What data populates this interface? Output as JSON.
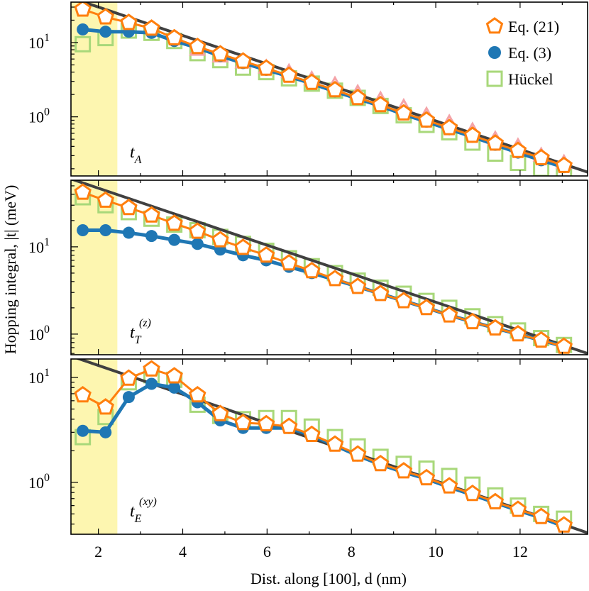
{
  "figure": {
    "ylabel": "Hopping integral, |t| (meV)",
    "xlabel": "Dist. along [100], d (nm)",
    "xticks": [
      "2",
      "4",
      "6",
      "8",
      "10",
      "12"
    ],
    "legend": [
      {
        "label": "Eq. (21)",
        "marker": "pentagon-open",
        "color": "#ff7f0e"
      },
      {
        "label": "Eq. (3)",
        "marker": "circle-filled",
        "color": "#1f77b4"
      },
      {
        "label": "Hückel",
        "marker": "square-open",
        "color": "#b5de8a"
      }
    ]
  },
  "colors": {
    "eq21": "#ff7f0e",
    "eq3": "#1f77b4",
    "huckel": "#a8d87a",
    "triangle": "#f4a3a8",
    "shade": "#fdf6b0",
    "fitline": "#404040"
  },
  "chart_data": [
    {
      "type": "line",
      "panel_label": "t_A",
      "yscale": "log",
      "xlim": [
        1.35,
        13.6
      ],
      "ylim": [
        0.16,
        35
      ],
      "shaded_x": [
        1.35,
        2.45
      ],
      "yticks": [
        {
          "value": 10,
          "label": "10^1"
        },
        {
          "value": 1,
          "label": "10^0"
        }
      ],
      "x": [
        1.63,
        2.17,
        2.72,
        3.26,
        3.8,
        4.35,
        4.89,
        5.43,
        5.98,
        6.52,
        7.06,
        7.61,
        8.15,
        8.69,
        9.24,
        9.78,
        10.32,
        10.87,
        11.41,
        11.95,
        12.5,
        13.04
      ],
      "series": [
        {
          "name": "Eq. (21)",
          "values": [
            28,
            22,
            18.5,
            15.5,
            11.5,
            8.8,
            7.0,
            5.6,
            4.5,
            3.6,
            2.9,
            2.3,
            1.8,
            1.45,
            1.12,
            0.9,
            0.71,
            0.56,
            0.44,
            0.35,
            0.28,
            0.22
          ]
        },
        {
          "name": "Eq. (3)",
          "values": [
            15,
            14,
            14,
            13.5,
            10.5,
            8.5,
            6.6,
            5.3,
            4.3,
            3.5,
            2.8,
            2.2,
            1.75,
            1.4,
            1.08,
            0.86,
            0.68,
            0.54,
            0.42,
            0.33,
            0.26,
            0.21
          ]
        },
        {
          "name": "Hückel",
          "values": [
            9.5,
            11.5,
            14.5,
            13.5,
            10.5,
            7.2,
            5.8,
            4.6,
            4.0,
            3.3,
            2.8,
            2.25,
            1.8,
            1.4,
            1.05,
            0.78,
            0.62,
            0.45,
            0.32,
            0.24,
            0.2,
            0.17
          ]
        },
        {
          "values": [
            null,
            null,
            null,
            null,
            null,
            8.0,
            6.5,
            5.4,
            4.6,
            4.0,
            3.2,
            2.7,
            2.1,
            1.7,
            1.35,
            1.05,
            0.83,
            0.65,
            0.5,
            0.4,
            0.3,
            0.24
          ]
        }
      ],
      "fit_line": {
        "x": [
          1.35,
          13.6
        ],
        "y": [
          40,
          0.18
        ]
      }
    },
    {
      "type": "line",
      "panel_label": "t_T^(z)",
      "yscale": "log",
      "xlim": [
        1.35,
        13.6
      ],
      "ylim": [
        0.58,
        58
      ],
      "shaded_x": [
        1.35,
        2.45
      ],
      "yticks": [
        {
          "value": 10,
          "label": "10^1"
        },
        {
          "value": 1,
          "label": "10^0"
        }
      ],
      "x": [
        1.63,
        2.17,
        2.72,
        3.26,
        3.8,
        4.35,
        4.89,
        5.43,
        5.98,
        6.52,
        7.06,
        7.61,
        8.15,
        8.69,
        9.24,
        9.78,
        10.32,
        10.87,
        11.41,
        11.95,
        12.5,
        13.04
      ],
      "series": [
        {
          "name": "Eq. (21)",
          "values": [
            42,
            34,
            28,
            23,
            18.5,
            15,
            12,
            9.8,
            8.0,
            6.5,
            5.3,
            4.3,
            3.5,
            2.9,
            2.4,
            2.0,
            1.65,
            1.38,
            1.17,
            1.0,
            0.85,
            0.72
          ]
        },
        {
          "name": "Eq. (3)",
          "values": [
            15.5,
            15.5,
            14.5,
            13.3,
            12,
            10.8,
            9.3,
            8.0,
            7.0,
            5.9,
            5.0,
            4.2,
            3.5,
            2.9,
            2.4,
            2.0,
            1.65,
            1.38,
            1.17,
            1.0,
            0.85,
            0.72
          ]
        },
        {
          "name": "Hückel",
          "values": [
            37,
            30,
            25,
            21,
            18,
            15.5,
            13,
            10.8,
            9.0,
            7.4,
            6.0,
            5.0,
            4.1,
            3.4,
            2.9,
            2.4,
            2.0,
            1.6,
            1.3,
            1.1,
            0.9,
            0.75
          ]
        }
      ],
      "fit_line": {
        "x": [
          1.35,
          13.6
        ],
        "y": [
          60,
          0.6
        ]
      }
    },
    {
      "type": "line",
      "panel_label": "t_E^(xy)",
      "yscale": "log",
      "xlim": [
        1.35,
        13.6
      ],
      "ylim": [
        0.32,
        15
      ],
      "shaded_x": [
        1.35,
        2.45
      ],
      "yticks": [
        {
          "value": 10,
          "label": "10^1"
        },
        {
          "value": 1,
          "label": "10^0"
        }
      ],
      "x": [
        1.63,
        2.17,
        2.72,
        3.26,
        3.8,
        4.35,
        4.89,
        5.43,
        5.98,
        6.52,
        7.06,
        7.61,
        8.15,
        8.69,
        9.24,
        9.78,
        10.32,
        10.87,
        11.41,
        11.95,
        12.5,
        13.04
      ],
      "series": [
        {
          "name": "Eq. (21)",
          "values": [
            6.8,
            5.2,
            9.8,
            12,
            10.3,
            6.8,
            4.5,
            3.7,
            3.6,
            3.4,
            2.85,
            2.3,
            1.85,
            1.5,
            1.28,
            1.1,
            0.92,
            0.78,
            0.65,
            0.55,
            0.47,
            0.39
          ]
        },
        {
          "name": "Eq. (3)",
          "values": [
            3.1,
            3.0,
            6.5,
            8.7,
            8.0,
            5.8,
            3.9,
            3.3,
            3.3,
            3.3,
            2.8,
            2.25,
            1.8,
            1.48,
            1.25,
            1.08,
            0.9,
            0.76,
            0.64,
            0.54,
            0.46,
            0.38
          ]
        },
        {
          "name": "Hückel",
          "values": [
            2.7,
            4.2,
            9.0,
            10.5,
            9.5,
            5.5,
            4.3,
            4.0,
            4.1,
            4.1,
            3.4,
            2.7,
            2.2,
            1.75,
            1.5,
            1.35,
            1.15,
            0.95,
            0.75,
            0.6,
            0.5,
            0.45
          ]
        }
      ],
      "fit_line": {
        "x": [
          1.35,
          13.6
        ],
        "y": [
          16,
          0.33
        ]
      }
    }
  ]
}
